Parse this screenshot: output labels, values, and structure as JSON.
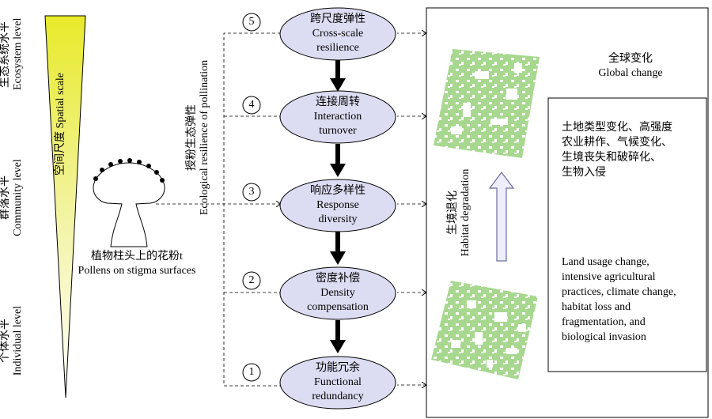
{
  "levels": [
    {
      "zh": "生态系统水平",
      "en": "Ecosystem  level"
    },
    {
      "zh": "群落水平",
      "en": "Community level"
    },
    {
      "zh": "个体水平",
      "en": "Individual level"
    }
  ],
  "spatial_scale": {
    "zh": "空间尺度",
    "en": "Spatial scale"
  },
  "pollen": {
    "zh": "植物柱头上的花粉t",
    "en": "Pollens on stigma surfaces"
  },
  "resilience_axis": {
    "zh": "授粉生态弹性",
    "en": "Ecological resilience of pollination"
  },
  "nodes": [
    {
      "num": "5",
      "zh": "跨尺度弹性",
      "en1": "Cross-scale",
      "en2": "resilience"
    },
    {
      "num": "4",
      "zh": "连接周转",
      "en1": "Interaction",
      "en2": "turnover"
    },
    {
      "num": "3",
      "zh": "响应多样性",
      "en1": "Response",
      "en2": "diversity"
    },
    {
      "num": "2",
      "zh": "密度补偿",
      "en1": "Density",
      "en2": "compensation"
    },
    {
      "num": "1",
      "zh": "功能冗余",
      "en1": "Functional",
      "en2": "redundancy"
    }
  ],
  "habitat": {
    "zh": "生境退化",
    "en": "Habitat degradation"
  },
  "global_change": {
    "zh": "全球变化",
    "en": "Global change"
  },
  "drivers_zh": [
    "土地类型变化、高强度",
    "农业耕作、气候变化、",
    "生境丧失和破碎化、",
    "生物入侵"
  ],
  "drivers_en": [
    "Land usage change,",
    "intensive agricultural",
    "practices, climate change,",
    "habitat loss and",
    "fragmentation, and",
    "biological invasion"
  ],
  "colors": {
    "node_fill": "#dcdcf2",
    "patch": "#a8d890",
    "cone_top": "#e8ea30",
    "arrow_fill": "#eeeefa",
    "arrow_stroke": "#6a6aa0"
  }
}
